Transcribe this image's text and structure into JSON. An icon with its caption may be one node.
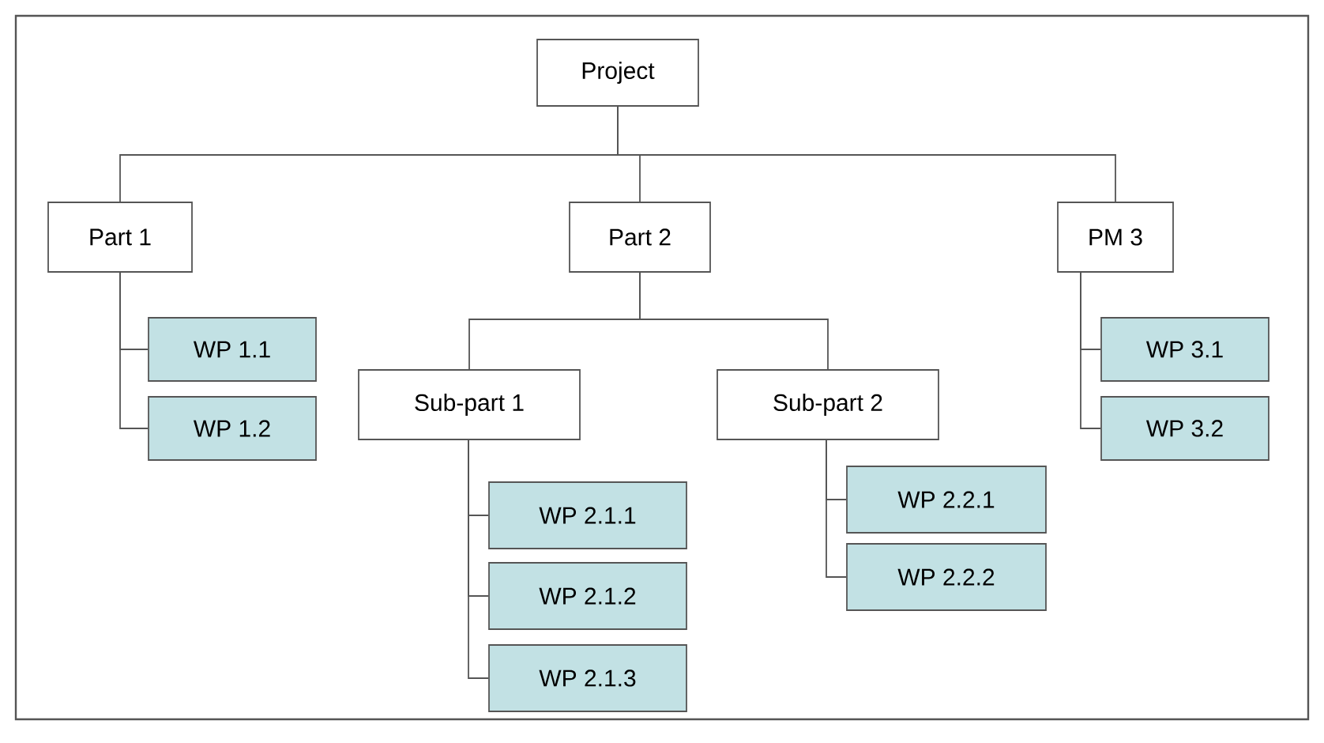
{
  "diagram": {
    "nodes": [
      {
        "text": [
          "Project"
        ]
      },
      {
        "text": [
          "Part 1"
        ]
      },
      {
        "text": [
          "Part 2"
        ]
      },
      {
        "text": [
          "PM 3"
        ]
      },
      {
        "text": [
          "WP 1.1"
        ]
      },
      {
        "text": [
          "WP 1.2"
        ]
      },
      {
        "text": [
          "Sub-part 1"
        ]
      },
      {
        "text": [
          "Sub-part 2"
        ]
      },
      {
        "text": [
          "WP 2.1.1"
        ]
      },
      {
        "text": [
          "WP 2.1.2"
        ]
      },
      {
        "text": [
          "WP 2.1.3"
        ]
      },
      {
        "text": [
          "WP 2.2.1"
        ]
      },
      {
        "text": [
          "WP 2.2.2"
        ]
      },
      {
        "text": [
          "WP 3.1"
        ]
      },
      {
        "text": [
          "WP 3.2"
        ]
      }
    ],
    "edges": [
      {
        "from": 0,
        "to": 1,
        "arrow": "none"
      },
      {
        "from": 0,
        "to": 2,
        "arrow": "none"
      },
      {
        "from": 0,
        "to": 3,
        "arrow": "none"
      },
      {
        "from": 1,
        "to": 4,
        "arrow": "none"
      },
      {
        "from": 1,
        "to": 5,
        "arrow": "none"
      },
      {
        "from": 2,
        "to": 6,
        "arrow": "none"
      },
      {
        "from": 2,
        "to": 7,
        "arrow": "none"
      },
      {
        "from": 6,
        "to": 8,
        "arrow": "none"
      },
      {
        "from": 6,
        "to": 9,
        "arrow": "none"
      },
      {
        "from": 6,
        "to": 10,
        "arrow": "none"
      },
      {
        "from": 7,
        "to": 11,
        "arrow": "none"
      },
      {
        "from": 7,
        "to": 12,
        "arrow": "none"
      },
      {
        "from": 3,
        "to": 13,
        "arrow": "none"
      },
      {
        "from": 3,
        "to": 14,
        "arrow": "none"
      }
    ]
  }
}
